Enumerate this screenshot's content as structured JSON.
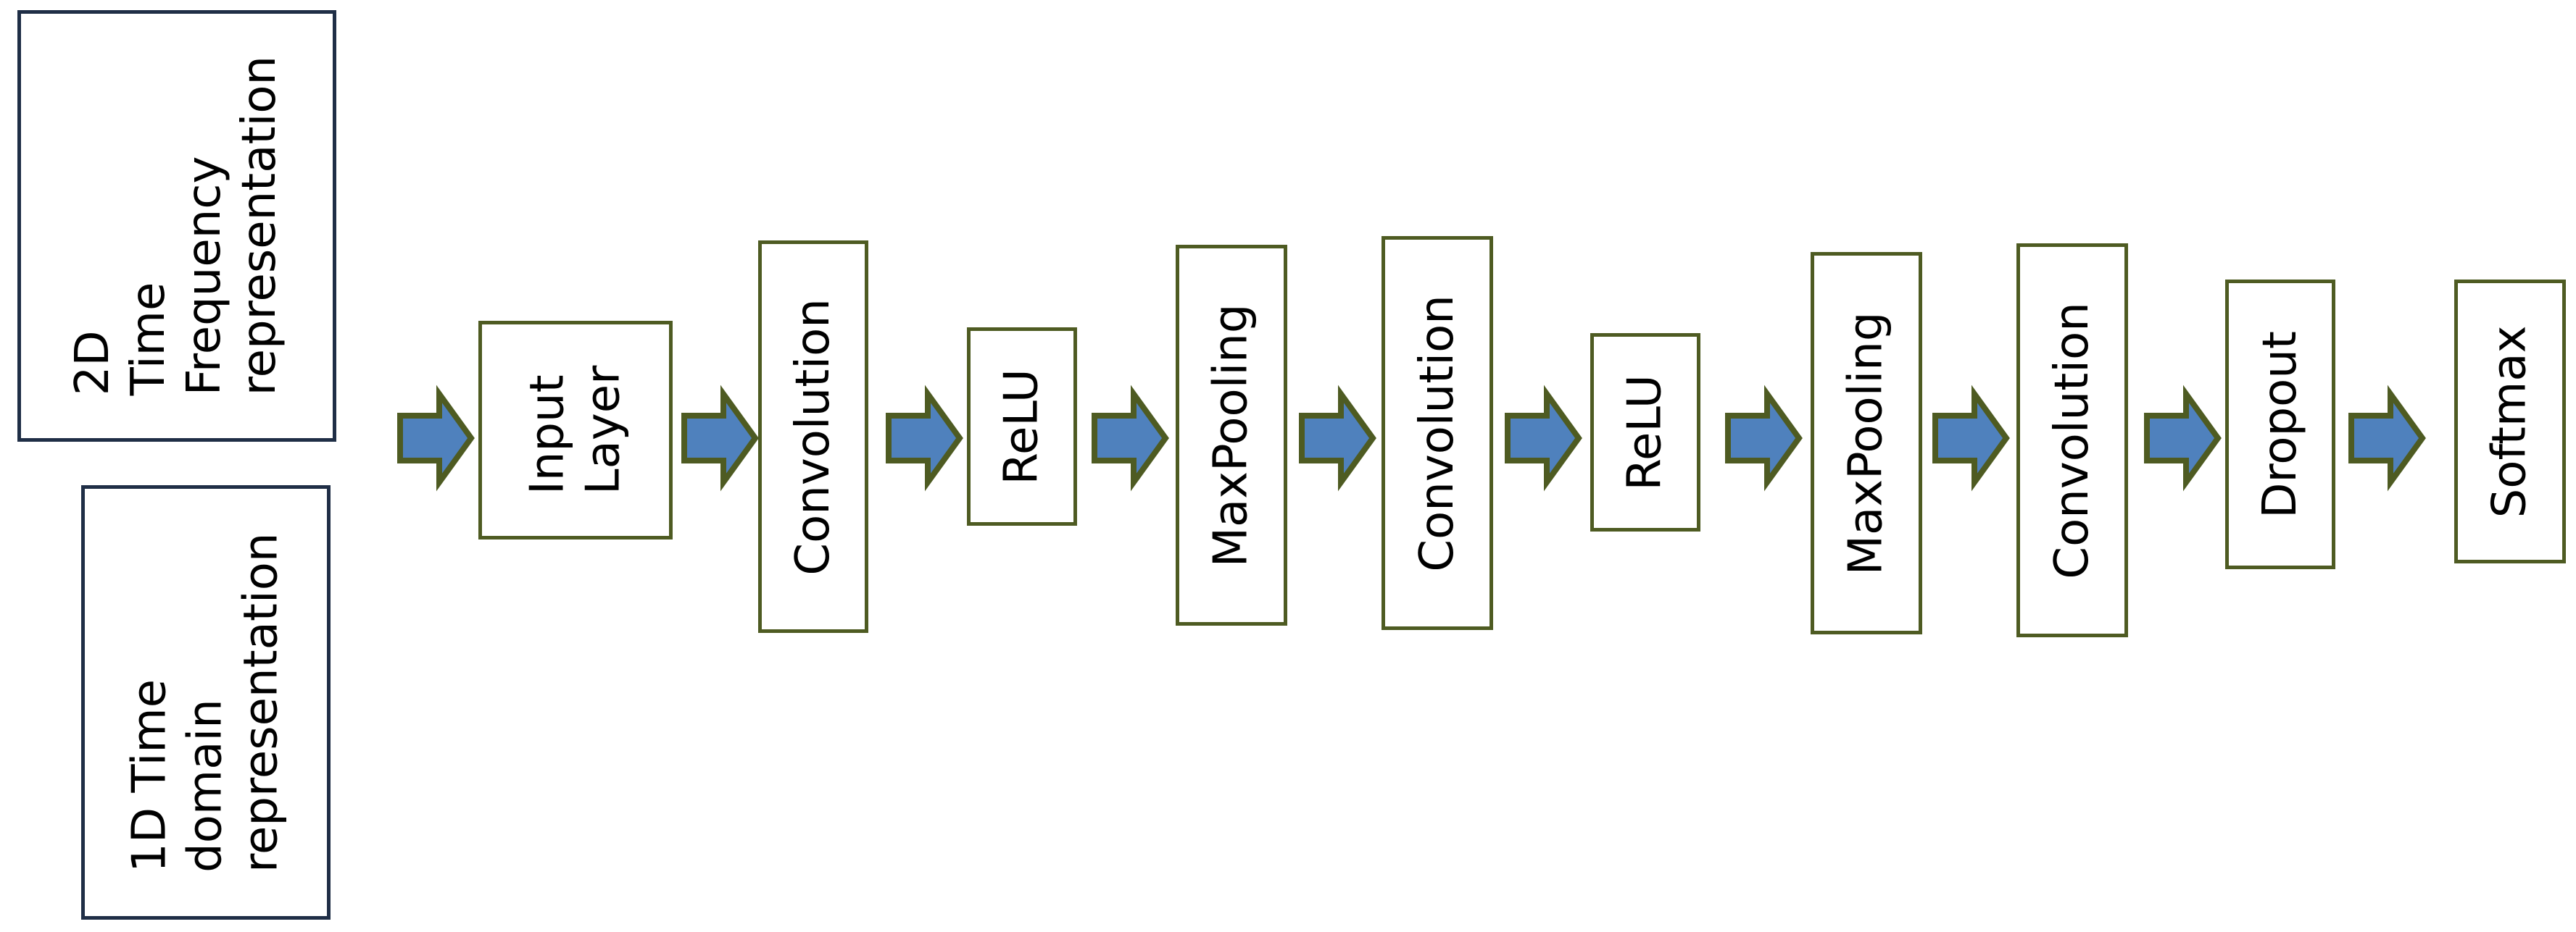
{
  "inputs": {
    "top": [
      "2D",
      "Time",
      "Frequency",
      "representation"
    ],
    "bottom": [
      "1D Time",
      "domain",
      "representation"
    ]
  },
  "layers": [
    {
      "lines": [
        "Input",
        "Layer"
      ]
    },
    {
      "lines": [
        "Convolution"
      ]
    },
    {
      "lines": [
        "ReLU"
      ]
    },
    {
      "lines": [
        "MaxPooling"
      ]
    },
    {
      "lines": [
        "Convolution"
      ]
    },
    {
      "lines": [
        "ReLU"
      ]
    },
    {
      "lines": [
        "MaxPooling"
      ]
    },
    {
      "lines": [
        "Convolution"
      ]
    },
    {
      "lines": [
        "Dropout"
      ]
    },
    {
      "lines": [
        "Softmax"
      ]
    }
  ],
  "colors": {
    "arrow_fill": "#4f81bd",
    "arrow_stroke": "#4e5b22",
    "layer_border": "#4e5b22",
    "input_border": "#1f2e46"
  },
  "icons": {
    "flow_arrow": "right-arrow-icon"
  }
}
